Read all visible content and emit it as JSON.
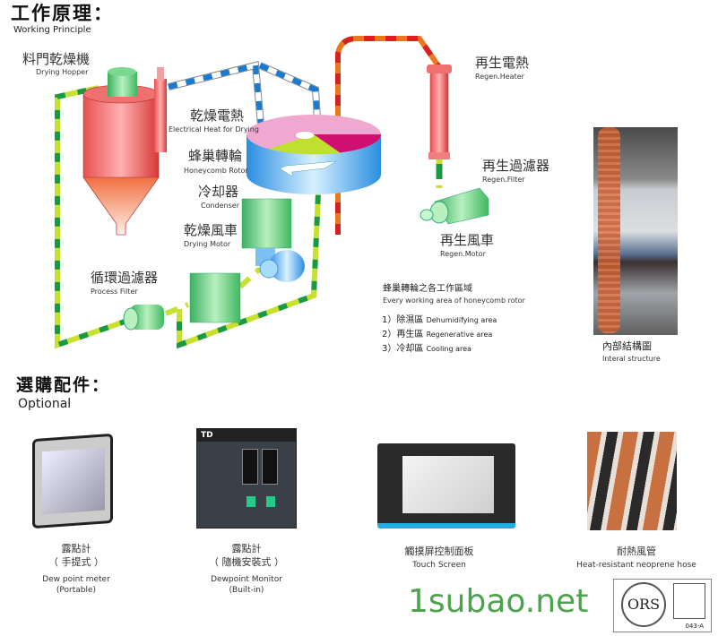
{
  "working": {
    "title_zh": "工作原理：",
    "title_en": "Working Principle"
  },
  "labels": {
    "hopper": {
      "zh": "料門乾燥機",
      "en": "Drying Hopper"
    },
    "heat": {
      "zh": "乾燥電熱",
      "en": "Electrical Heat for Drying"
    },
    "rotor": {
      "zh": "蜂巢轉輪",
      "en": "Honeycomb Rotor"
    },
    "condenser": {
      "zh": "冷却器",
      "en": "Condenser"
    },
    "motor": {
      "zh": "乾燥風車",
      "en": "Drying Motor"
    },
    "filter": {
      "zh": "循環過濾器",
      "en": "Process Filter"
    },
    "regen_heater": {
      "zh": "再生電熱",
      "en": "Regen.Heater"
    },
    "regen_filter": {
      "zh": "再生過濾器",
      "en": "Regen.Filter"
    },
    "regen_motor": {
      "zh": "再生風車",
      "en": "Regen.Motor"
    }
  },
  "areas": {
    "title_zh": "蜂巢轉輪之各工作區域",
    "title_en": "Every working area of honeycomb rotor",
    "items": [
      {
        "n": "1）",
        "zh": "除濕區",
        "en": "Dehumidifying area"
      },
      {
        "n": "2）",
        "zh": "再生區",
        "en": "Regenerative area"
      },
      {
        "n": "3）",
        "zh": "冷却區",
        "en": "Cooling area"
      }
    ]
  },
  "interior": {
    "zh": "內部結構圖",
    "en": "Interal structure"
  },
  "optional": {
    "title_zh": "選購配件：",
    "title_en": "Optional",
    "items": [
      {
        "zh1": "露點計",
        "zh2": "（ 手提式 ）",
        "en1": "Dew point meter",
        "en2": "(Portable)"
      },
      {
        "zh1": "露點計",
        "zh2": "（ 隨機安裝式 ）",
        "en1": "Dewpoint Monitor",
        "en2": "(Built-in)"
      },
      {
        "zh1": "觸摸屏控制面板",
        "en1": "Touch Screen"
      },
      {
        "zh1": "耐熱風管",
        "en1": "Heat-resistant neoprene hose"
      }
    ]
  },
  "panel_brand": "TD",
  "watermark": "1subao.net",
  "cert": {
    "text": "ORS",
    "code": "043-A"
  }
}
